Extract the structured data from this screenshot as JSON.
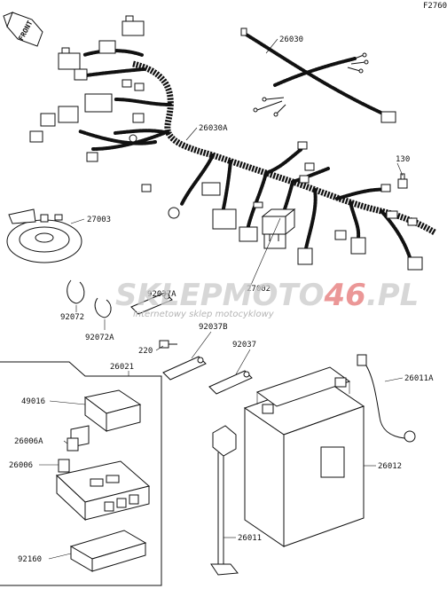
{
  "figure_code": "F2760",
  "front_label": "FRONT",
  "watermark": {
    "brand_part1": "SKLEP",
    "brand_part2": "MOTO",
    "brand_part3": "46",
    "brand_part4": ".PL",
    "subtitle": "internetowy sklep motocyklowy"
  },
  "part_labels": {
    "p26030": "26030",
    "p26030A": "26030A",
    "p130": "130",
    "p27003": "27003",
    "p27002": "27002",
    "p92037A": "92037A",
    "p92072": "92072",
    "p92072A": "92072A",
    "p220": "220",
    "p92037B": "92037B",
    "p92037": "92037",
    "p26021": "26021",
    "p49016": "49016",
    "p26006A": "26006A",
    "p26006": "26006",
    "p92160": "92160",
    "p26011A": "26011A",
    "p26012": "26012",
    "p26011": "26011"
  }
}
